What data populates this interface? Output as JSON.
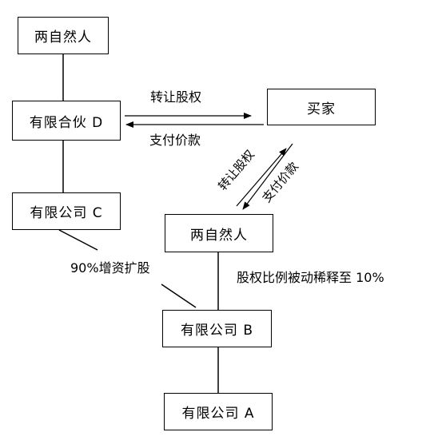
{
  "nodes": {
    "top_persons": "两自然人",
    "partnership_d": "有限合伙 D",
    "buyer": "买家",
    "company_c": "有限公司 C",
    "mid_persons": "两自然人",
    "company_b": "有限公司 B",
    "company_a": "有限公司 A"
  },
  "labels": {
    "transfer_equity_horizontal": "转让股权",
    "pay_price_horizontal": "支付价款",
    "transfer_equity_diagonal": "转让股权",
    "pay_price_diagonal": "支付价款",
    "capital_increase": "90%增资扩股",
    "dilution": "股权比例被动稀释至 10%"
  },
  "colors": {
    "stroke": "#000000",
    "background": "#ffffff"
  }
}
